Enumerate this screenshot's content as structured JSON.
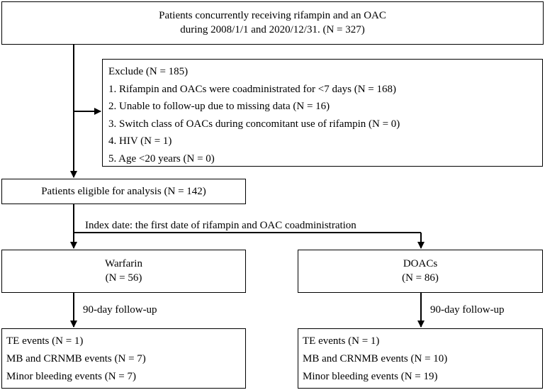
{
  "top": {
    "line1": "Patients concurrently receiving rifampin and an OAC",
    "line2": "during 2008/1/1 and 2020/12/31. (N = 327)"
  },
  "exclude": {
    "title": "Exclude (N = 185)",
    "items": [
      "1. Rifampin and OACs were coadministrated for <7 days (N = 168)",
      "2. Unable to follow-up due to missing data (N = 16)",
      "3. Switch class of OACs during concomitant use of rifampin (N = 0)",
      "4. HIV (N = 1)",
      "5. Age <20 years (N = 0)"
    ]
  },
  "eligible": "Patients eligible for analysis (N = 142)",
  "index_date": "Index date: the first date of rifampin and OAC coadministration",
  "warfarin": {
    "name": "Warfarin",
    "n": "(N = 56)"
  },
  "doacs": {
    "name": "DOACs",
    "n": "(N = 86)"
  },
  "followup_label": "90-day follow-up",
  "warfarin_outcomes": [
    "TE events (N = 1)",
    "MB and CRNMB events (N = 7)",
    "Minor bleeding events (N = 7)"
  ],
  "doacs_outcomes": [
    "TE events (N = 1)",
    "MB and CRNMB events (N = 10)",
    "Minor bleeding events (N = 19)"
  ]
}
